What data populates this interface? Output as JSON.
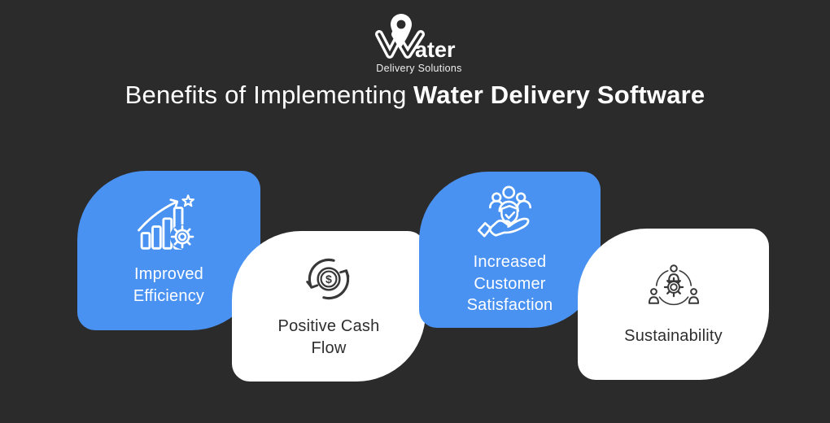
{
  "colors": {
    "background": "#2b2b2b",
    "blue": "#4a92f2",
    "white_card": "#ffffff",
    "text_on_blue": "#ffffff",
    "text_on_white": "#2e2e2e",
    "icon_dark": "#383838"
  },
  "logo": {
    "brand_suffix": "ater",
    "tagline": "Delivery Solutions"
  },
  "title": {
    "regular": "Benefits of Implementing",
    "bold": "Water Delivery Software"
  },
  "symbols": {
    "dollar": "$"
  },
  "cards": [
    {
      "label": "Improved\nEfficiency",
      "variant": "blue",
      "icon": "growth-chart-gear-star-icon"
    },
    {
      "label": "Positive Cash\nFlow",
      "variant": "white",
      "icon": "dollar-cycle-icon"
    },
    {
      "label": "Increased\nCustomer\nSatisfaction",
      "variant": "blue",
      "icon": "hand-customers-shield-icon"
    },
    {
      "label": "Sustainability",
      "variant": "white",
      "icon": "team-gear-icon"
    }
  ]
}
